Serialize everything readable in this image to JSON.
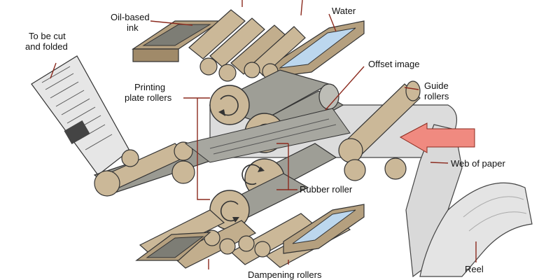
{
  "labels": {
    "oil_line1": "Oil-based",
    "oil_line2": "ink",
    "water": "Water",
    "cut_line1": "To be cut",
    "cut_line2": "and folded",
    "offset_image": "Offset image",
    "printing_line1": "Printing",
    "printing_line2": "plate rollers",
    "guide_line1": "Guide",
    "guide_line2": "rollers",
    "web_of_paper": "Web of paper",
    "rubber_roller": "Rubber roller",
    "dampening_rollers": "Dampening rollers",
    "reel": "Reel"
  },
  "colors": {
    "roller": "#cbb898",
    "roller_dark": "#8a7659",
    "tray": "#b5a07f",
    "water": "#bcd7ee",
    "ink": "#7d7d75",
    "paper": "#dcdcdc",
    "arrow": "#f08a80",
    "leader": "#8b2a1e"
  }
}
